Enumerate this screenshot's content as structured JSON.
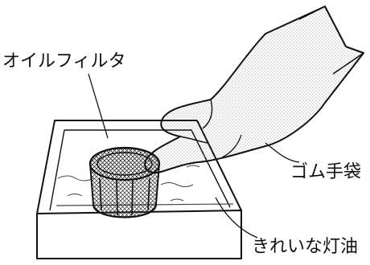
{
  "labels": {
    "oil_filter": "オイルフィルタ",
    "rubber_glove": "ゴム手袋",
    "clean_kerosene": "きれいな灯油"
  }
}
